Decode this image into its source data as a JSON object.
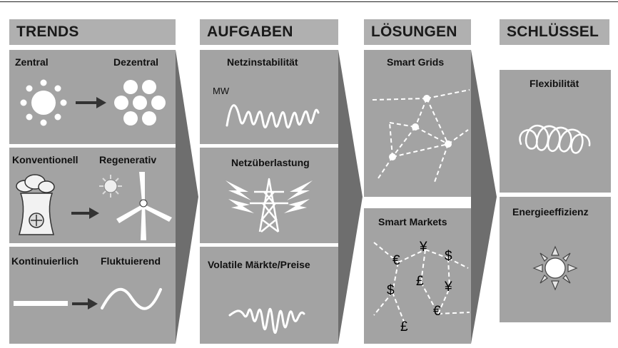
{
  "columns": {
    "trends": {
      "header": "TRENDS",
      "rows": [
        {
          "left": "Zentral",
          "right": "Dezentral"
        },
        {
          "left": "Konventionell",
          "right": "Regenerativ"
        },
        {
          "left": "Kontinuierlich",
          "right": "Fluktuierend"
        }
      ]
    },
    "aufgaben": {
      "header": "AUFGABEN",
      "panels": [
        "Netzinstabilität",
        "Netzüberlastung",
        "Volatile Märkte/Preise"
      ],
      "mw_label": "MW"
    },
    "loesungen": {
      "header": "LÖSUNGEN",
      "panels": [
        "Smart Grids",
        "Smart Markets"
      ],
      "currency_symbols": [
        "€",
        "¥",
        "$",
        "$",
        "£",
        "¥",
        "€",
        "£"
      ]
    },
    "schluessel": {
      "header": "SCHLÜSSEL",
      "panels": [
        "Flexibilität",
        "Energieeffizienz"
      ]
    }
  },
  "colors": {
    "header_bg": "#b0b0b0",
    "panel_bg": "#a3a3a3",
    "arrow": "#6e6e6e",
    "art": "#ffffff"
  }
}
